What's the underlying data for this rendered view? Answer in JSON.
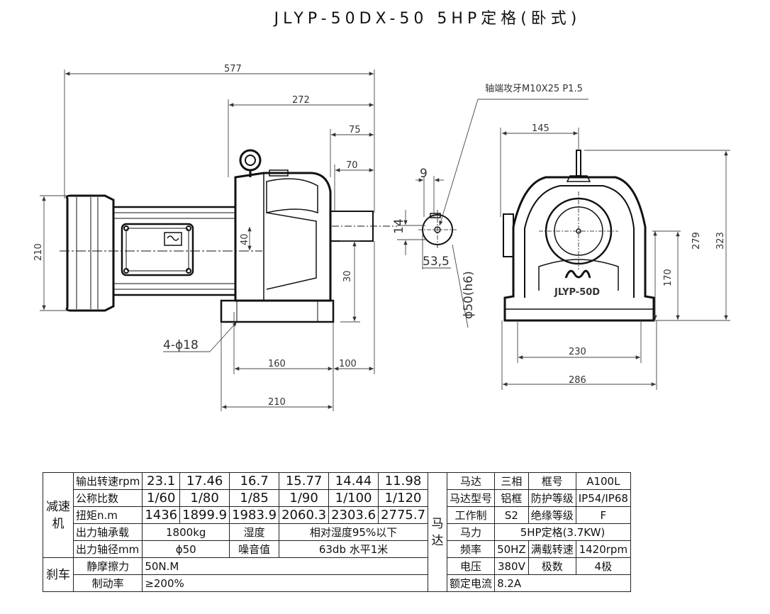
{
  "title": "JLYP-50DX-50  5HP定格(卧式)",
  "drawing": {
    "side_view": {
      "dim_577": "577",
      "dim_272": "272",
      "dim_75": "75",
      "dim_70": "70",
      "dim_210_height": "210",
      "dim_40": "40",
      "dim_30": "30",
      "bolt_holes": "4-ϕ18",
      "dim_160": "160",
      "dim_100": "100",
      "dim_210_base": "210"
    },
    "shaft_section": {
      "dim_9": "9",
      "dim_14": "14",
      "dim_53_5": "53,5",
      "shaft_diameter": "ϕ50(h6)"
    },
    "end_view": {
      "thread_note": "轴端攻牙M10X25 P1.5",
      "dim_145": "145",
      "dim_279": "279",
      "dim_323": "323",
      "dim_170": "170",
      "dim_230": "230",
      "dim_286": "286",
      "model_mark": "JLYP-50D"
    }
  },
  "reducer": {
    "category": "减速机",
    "rows": [
      {
        "label": "输出转速rpm",
        "values": [
          "23.1",
          "17.46",
          "16.7",
          "15.77",
          "14.44",
          "11.98"
        ]
      },
      {
        "label": "公称比数",
        "values": [
          "1/60",
          "1/80",
          "1/85",
          "1/90",
          "1/100",
          "1/120"
        ]
      },
      {
        "label": "扭矩n.m",
        "values": [
          "1436",
          "1899.9",
          "1983.9",
          "2060.3",
          "2303.6",
          "2775.7"
        ]
      }
    ],
    "bearing_label": "出力轴承载",
    "bearing_value": "1800kg",
    "humidity_label": "湿度",
    "humidity_value": "相对湿度95%以下",
    "shaft_label": "出力轴径mm",
    "shaft_value": "ϕ50",
    "noise_label": "噪音值",
    "noise_value": "63db 水平1米"
  },
  "brake": {
    "category": "刹车",
    "static_friction_label": "静摩擦力",
    "static_friction_value": "50N.M",
    "braking_rate_label": "制动率",
    "braking_rate_value": "≥200%"
  },
  "motor": {
    "category": "马达",
    "motor_label": "马达",
    "motor_value": "三相",
    "frame_label": "框号",
    "frame_value": "A100L",
    "type_label": "马达型号",
    "type_value": "铝框",
    "protection_label": "防护等级",
    "protection_value": "IP54/IP68",
    "duty_label": "工作制",
    "duty_value": "S2",
    "insulation_label": "绝缘等级",
    "insulation_value": "F",
    "power_label": "马力",
    "power_value": "5HP定格(3.7KW)",
    "frequency_label": "频率",
    "frequency_value": "50HZ",
    "full_load_label": "满载转速",
    "full_load_value": "1420rpm",
    "voltage_label": "电压",
    "voltage_value": "380V",
    "poles_label": "极数",
    "poles_value": "4极",
    "current_label": "额定电流",
    "current_value": "8.2A"
  }
}
